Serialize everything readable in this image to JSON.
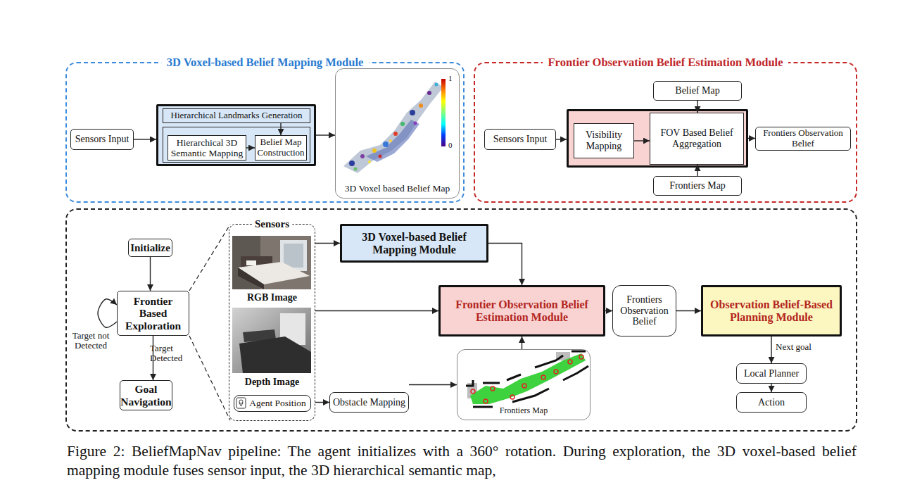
{
  "diagram": {
    "caption": "Figure 2: BeliefMapNav pipeline: The agent initializes with a 360° rotation. During exploration, the 3D voxel-based belief mapping module fuses sensor input, the 3D hierarchical semantic map,",
    "nodes": [
      {
        "text": [
          "3D Voxel-based Belief Mapping Module"
        ]
      },
      {
        "text": [
          "Sensors Input"
        ],
        "in": 0
      },
      {
        "text": [],
        "in": 0
      },
      {
        "text": [
          "Hierarchical Landmarks Generation"
        ],
        "in": 2
      },
      {
        "text": [],
        "in": 2
      },
      {
        "text": [
          "Hierarchical 3D Semantic Mapping"
        ],
        "in": 4
      },
      {
        "text": [
          "Belief Map Construction"
        ],
        "in": 4
      },
      {
        "text": [
          "3D Voxel based Belief Map"
        ],
        "in": 0
      },
      {
        "text": [
          "Frontier Observation Belief Estimation Module"
        ]
      },
      {
        "text": [
          "Sensors Input"
        ],
        "in": 8
      },
      {
        "text": [],
        "in": 8
      },
      {
        "text": [
          "Visibility Mapping"
        ],
        "in": 10
      },
      {
        "text": [
          "FOV Based Belief Aggregation"
        ],
        "in": 10
      },
      {
        "text": [
          "Belief Map"
        ],
        "in": 8
      },
      {
        "text": [
          "Frontiers Map"
        ],
        "in": 8
      },
      {
        "text": [
          "Frontiers Observation Belief"
        ],
        "in": 8
      },
      {
        "text": []
      },
      {
        "text": [
          "Initialize"
        ],
        "in": 16
      },
      {
        "text": [
          "Frontier Based Exploration"
        ],
        "in": 16
      },
      {
        "text": [
          "Goal Navigation"
        ],
        "in": 16
      },
      {
        "text": [
          "Sensors"
        ],
        "in": 16
      },
      {
        "text": [
          "Agent Position"
        ],
        "in": 20
      },
      {
        "text": [
          "3D Voxel-based Belief Mapping Module"
        ],
        "in": 16
      },
      {
        "text": [
          "Frontier Observation Belief Estimation Module"
        ],
        "in": 16
      },
      {
        "text": [
          "Frontiers Observation Belief"
        ],
        "in": 16
      },
      {
        "text": [
          "Observation Belief-Based Planning Module"
        ],
        "in": 16
      },
      {
        "text": [
          "Local Planner"
        ],
        "in": 16
      },
      {
        "text": [
          "Action"
        ],
        "in": 16
      },
      {
        "text": [
          "Obstacle Mapping"
        ],
        "in": 16
      },
      {
        "text": [
          "Frontiers Map"
        ],
        "in": 16
      }
    ],
    "edges": [
      {
        "from": 1,
        "to": 2,
        "arrow": "to"
      },
      {
        "from": 3,
        "to": 6,
        "arrow": "to"
      },
      {
        "from": 5,
        "to": 6,
        "arrow": "to"
      },
      {
        "from": 2,
        "to": 7,
        "arrow": "to"
      },
      {
        "from": 9,
        "to": 10,
        "arrow": "to"
      },
      {
        "from": 11,
        "to": 12,
        "arrow": "to"
      },
      {
        "from": 13,
        "to": 12,
        "arrow": "to"
      },
      {
        "from": 14,
        "to": 12,
        "arrow": "to"
      },
      {
        "from": 10,
        "to": 15,
        "arrow": "to"
      },
      {
        "from": 17,
        "to": 18,
        "arrow": "to"
      },
      {
        "from": 18,
        "to": 18,
        "label": "Target not Detected",
        "arrow": "to"
      },
      {
        "from": 18,
        "to": 19,
        "label": "Target Detected",
        "arrow": "to"
      },
      {
        "from": 20,
        "to": 22,
        "arrow": "to"
      },
      {
        "from": 20,
        "to": 23,
        "arrow": "to"
      },
      {
        "from": 20,
        "to": 28,
        "arrow": "to"
      },
      {
        "from": 22,
        "to": 23,
        "arrow": "to"
      },
      {
        "from": 23,
        "to": 24,
        "arrow": "to"
      },
      {
        "from": 24,
        "to": 25,
        "arrow": "to"
      },
      {
        "from": 25,
        "to": 26,
        "label": "Next goal",
        "arrow": "to"
      },
      {
        "from": 26,
        "to": 27,
        "arrow": "to"
      },
      {
        "from": 28,
        "to": 29,
        "arrow": "to"
      },
      {
        "from": 29,
        "to": 23,
        "arrow": "to"
      }
    ],
    "labels": [
      "1",
      "0",
      "RGB Image",
      "Depth Image"
    ]
  }
}
